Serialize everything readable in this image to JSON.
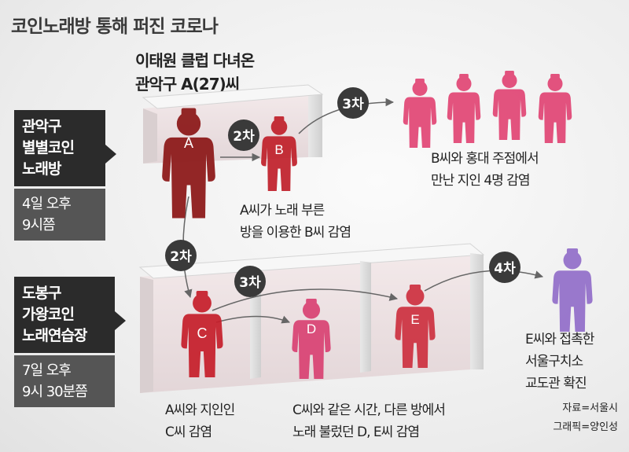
{
  "title": "코인노래방 통해 퍼진 코로나",
  "case": {
    "line1": "이태원 클럽 다녀온",
    "line2": "관악구 A(27)씨"
  },
  "places": [
    {
      "name_lines": [
        "관악구",
        "별별코인",
        "노래방"
      ],
      "time_lines": [
        "4일 오후",
        "9시쯤"
      ]
    },
    {
      "name_lines": [
        "도봉구",
        "가왕코인",
        "노래연습장"
      ],
      "time_lines": [
        "7일 오후",
        "9시 30분쯤"
      ]
    }
  ],
  "stages": {
    "b": "2차",
    "b_friends": "3차",
    "c": "2차",
    "de": "3차",
    "f": "4차"
  },
  "people": {
    "a": "A",
    "b": "B",
    "c": "C",
    "d": "D",
    "e": "E"
  },
  "notes": {
    "b_friends": [
      "B씨와 홍대 주점에서",
      "만난 지인 4명 감염"
    ],
    "b_room": [
      "A씨가 노래 부른",
      "방을 이용한 B씨 감염"
    ],
    "c": [
      "A씨와 지인인",
      "C씨 감염"
    ],
    "de": [
      "C씨와 같은 시간, 다른 방에서",
      "노래 불렀던 D, E씨 감염"
    ],
    "f": [
      "E씨와 접촉한",
      "서울구치소",
      "교도관 확진"
    ]
  },
  "credits": {
    "source": "자료=서울시",
    "graphic": "그래픽=양인성"
  },
  "colors": {
    "a": "#8e1c1c",
    "b": "#c0202a",
    "friends": "#e0376a",
    "c": "#c61e2a",
    "d": "#d8356a",
    "e": "#cc2838",
    "f": "#8a63c6",
    "label": "#2b2b2b",
    "badge": "#3a3a3a"
  }
}
